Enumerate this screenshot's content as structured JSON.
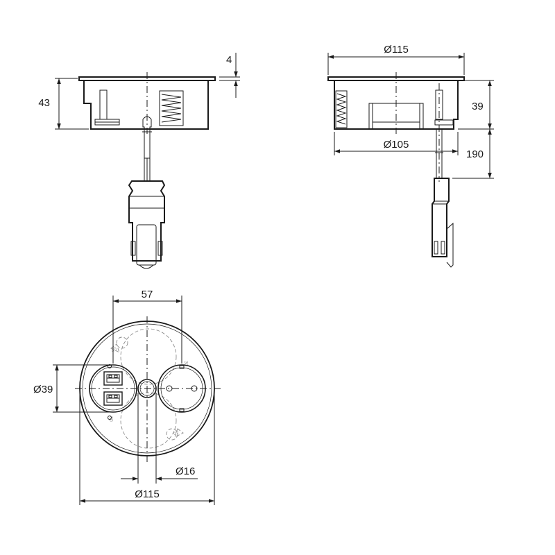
{
  "dimensions": {
    "side_height": "43",
    "lid_thickness": "4",
    "top_diameter": "Ø115",
    "bottom_diameter": "Ø105",
    "body_height": "39",
    "cable_length": "190",
    "spacing": "57",
    "usb_diameter": "Ø39",
    "hole_diameter": "Ø16",
    "front_diameter": "Ø115"
  },
  "marks": {
    "usb_left": "30",
    "usb_right": "30",
    "socket_top": "40",
    "socket_bottom": "40"
  },
  "colors": {
    "line": "#1a1a1a",
    "hidden": "#8a8a8a",
    "background": "#ffffff"
  }
}
